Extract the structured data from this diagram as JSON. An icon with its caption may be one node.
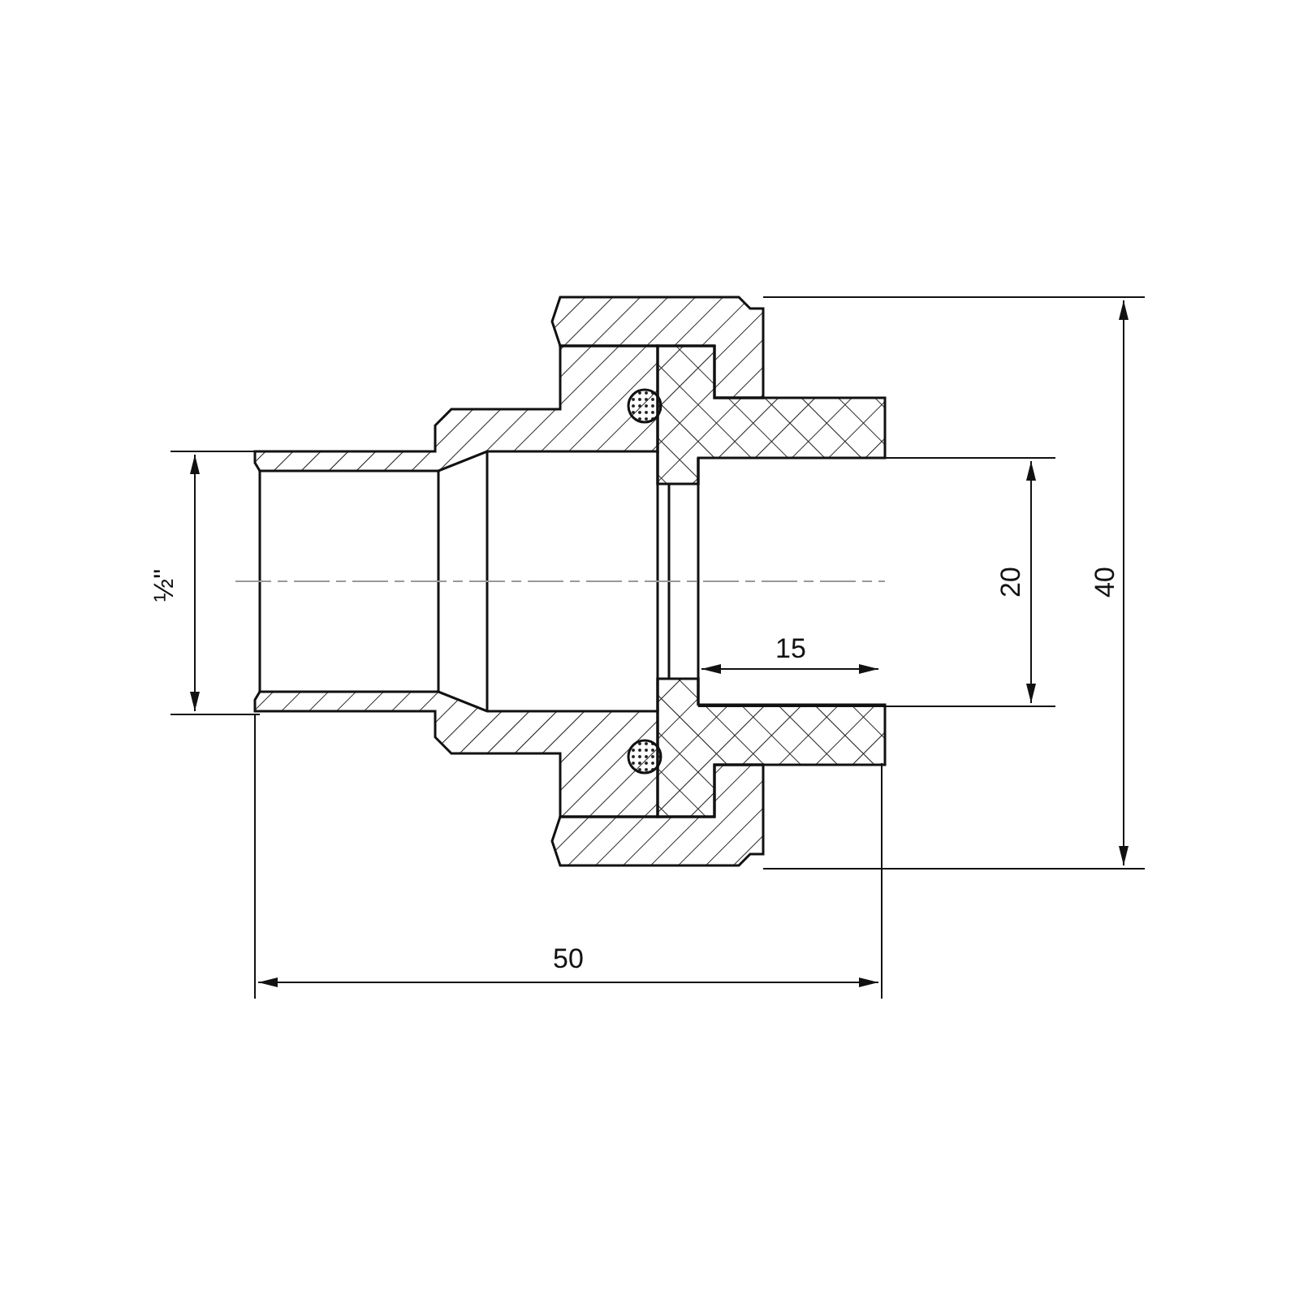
{
  "diagram": {
    "labels": [
      "½\"",
      "15",
      "20",
      "40",
      "50"
    ]
  }
}
